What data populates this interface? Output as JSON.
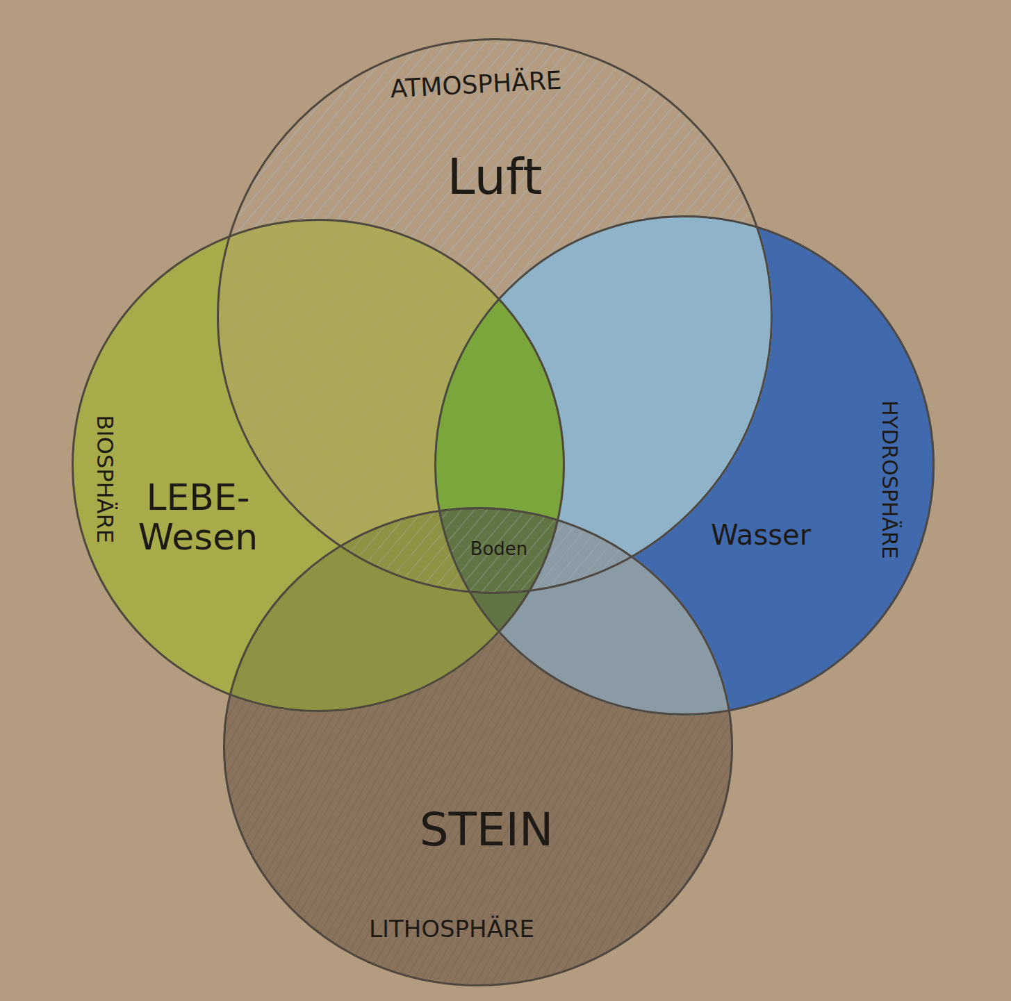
{
  "diagram": {
    "nodes": [
      {
        "text": [
          "ATMOSPHÄRE",
          "Luft"
        ]
      },
      {
        "text": [
          "BIOSPHÄRE",
          "LEBE- Wesen"
        ]
      },
      {
        "text": [
          "HYDROSPHÄRE",
          "Wasser"
        ]
      },
      {
        "text": [
          "LITHOSPHÄRE",
          "STEIN"
        ]
      }
    ],
    "labels": [
      "Boden"
    ]
  }
}
